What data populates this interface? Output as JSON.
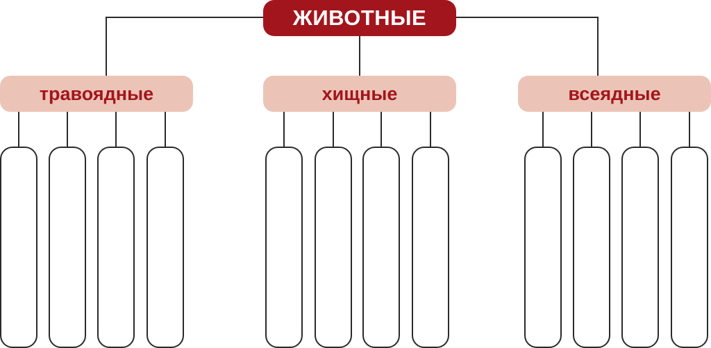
{
  "colors": {
    "root_fill": "#a3151c",
    "root_text": "#ffffff",
    "category_fill": "#ecc4b7",
    "category_text": "#a3151c",
    "line": "#2a2a2a"
  },
  "root": {
    "label": "ЖИВОТНЫЕ"
  },
  "categories": [
    {
      "label": "травоядные",
      "empty_slots": 4
    },
    {
      "label": "хищные",
      "empty_slots": 4
    },
    {
      "label": "всеядные",
      "empty_slots": 4
    }
  ]
}
